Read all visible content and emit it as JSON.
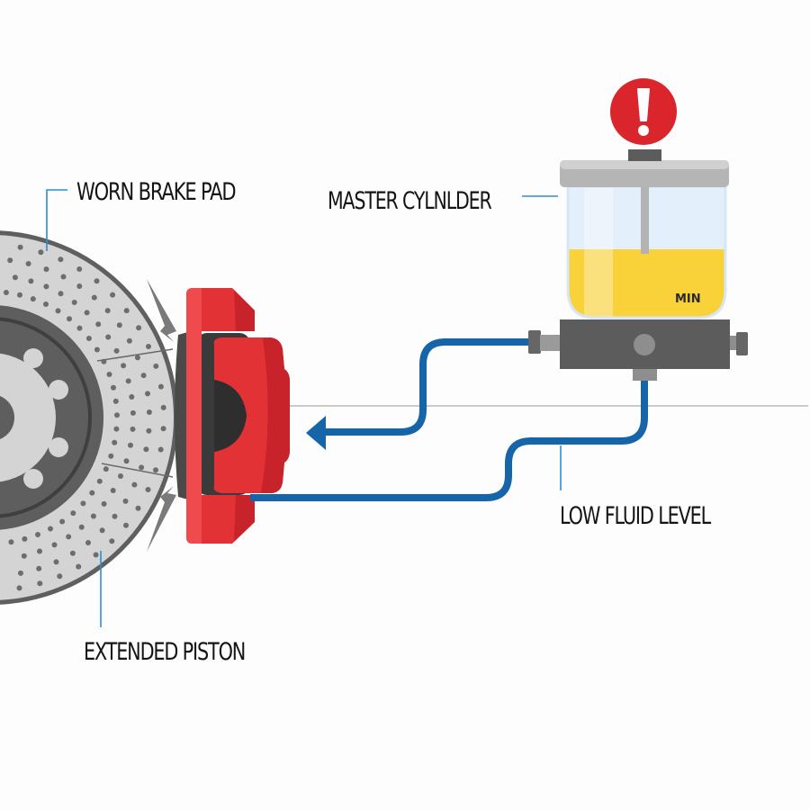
{
  "diagram": {
    "title": "Brake system warning diagram",
    "labels": {
      "worn_brake_pad": "WORN BRAKE PAD",
      "master_cylinder": "MASTER CYLNLDER",
      "low_fluid_level": "LOW FLUID LEVEL",
      "extended_piston": "EXTENDED PISTON"
    },
    "reservoir": {
      "min_marker": "MIN",
      "warning_icon": "exclamation-icon",
      "warning_symbol": "!"
    },
    "icons": {
      "rotor": "brake-rotor-icon",
      "caliper": "brake-caliper-icon",
      "reservoir": "fluid-reservoir-icon",
      "warning": "warning-exclamation-icon",
      "flow_arrow": "arrow-left-icon"
    },
    "colors": {
      "background": "#fdfdfd",
      "caliper_red": "#e23236",
      "caliper_dark_red": "#c8232a",
      "brake_line_blue": "#1565a8",
      "leader_blue": "#2b8fcf",
      "fluid_yellow": "#f9d23a",
      "reservoir_glass": "#e3effa",
      "rotor_light": "#d3d3d3",
      "rotor_dark": "#5f5f5f",
      "body_gray": "#5c5c5c",
      "warning_red": "#d9252b",
      "label_text": "#141414"
    }
  }
}
